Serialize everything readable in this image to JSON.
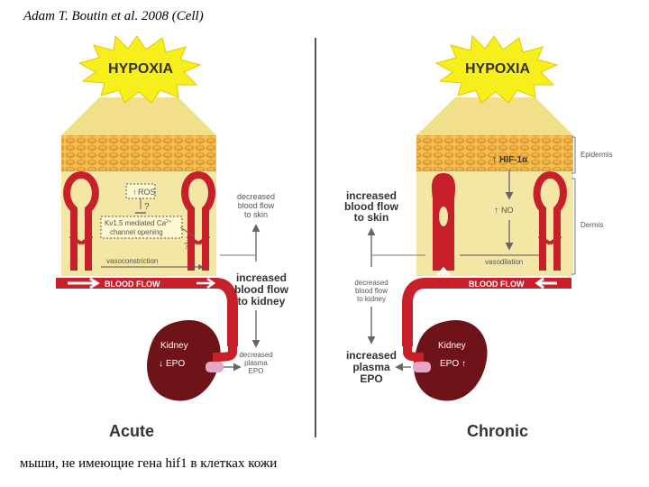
{
  "citation": "Adam T. Boutin et al. 2008 (Cell)",
  "caption": "мыши, не имеющие гена hif1 в клетках кожи",
  "colors": {
    "hypoxia_burst": "#f7ef1c",
    "skin": "#f3e49a",
    "epidermis_cells": "#e8a53a",
    "vessel": "#c8202a",
    "kidney": "#6e1418",
    "epo_pill": "#e7a6c4"
  },
  "acute": {
    "hypoxia": "HYPOXIA",
    "ros": "ROS",
    "q1": "?",
    "kv_line1": "Kv1.5 mediated Ca",
    "kv_sup": "2+",
    "kv_line2": "channel opening",
    "q2": "?",
    "vasoconstriction": "vasoconstriction",
    "blood_flow": "BLOOD FLOW",
    "dec_skin_1": "decreased",
    "dec_skin_2": "blood flow",
    "dec_skin_3": "to skin",
    "inc_kidney_1": "increased",
    "inc_kidney_2": "blood flow",
    "inc_kidney_3": "to kidney",
    "kidney": "Kidney",
    "epo": "EPO",
    "dec_epo_1": "decreased",
    "dec_epo_2": "plasma",
    "dec_epo_3": "EPO",
    "title": "Acute"
  },
  "chronic": {
    "hypoxia": "HYPOXIA",
    "hif": "HIF-1α",
    "no": "NO",
    "vasodilation": "vasodilation",
    "blood_flow": "BLOOD FLOW",
    "epidermis": "Epidermis",
    "dermis": "Dermis",
    "inc_skin_1": "increased",
    "inc_skin_2": "blood flow",
    "inc_skin_3": "to skin",
    "dec_kidney_1": "decreased",
    "dec_kidney_2": "blood flow",
    "dec_kidney_3": "to kidney",
    "kidney": "Kidney",
    "epo": "EPO",
    "inc_epo_1": "increased",
    "inc_epo_2": "plasma",
    "inc_epo_3": "EPO",
    "title": "Chronic"
  }
}
